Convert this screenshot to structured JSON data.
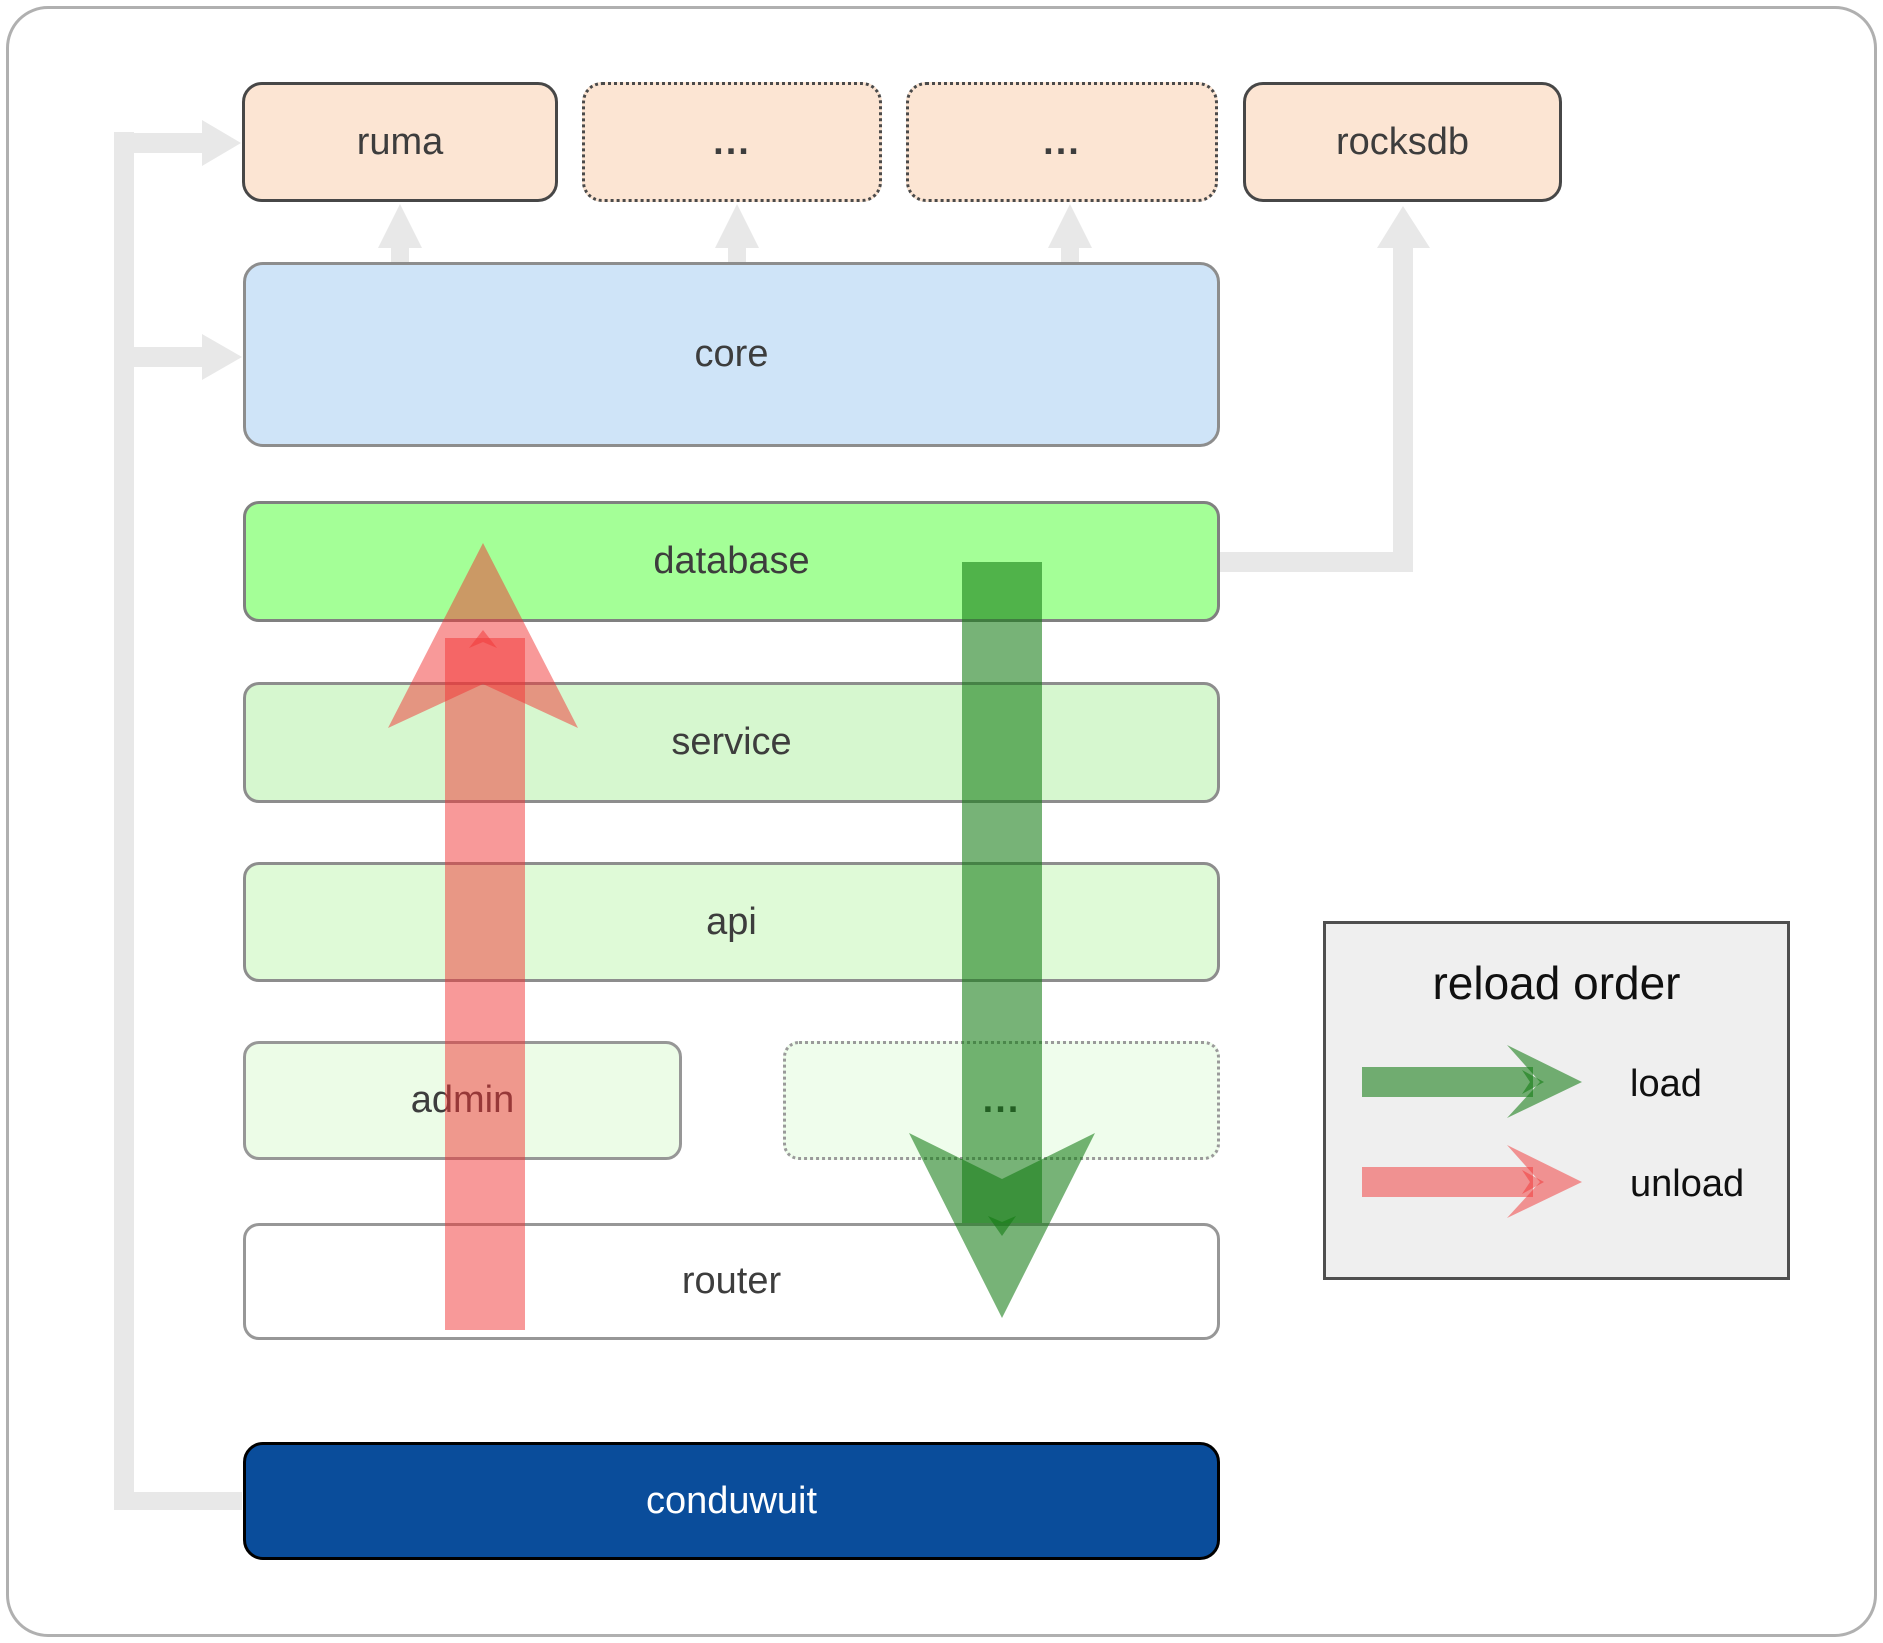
{
  "colors": {
    "peach": "#fce5d3",
    "core-blue": "#cfe4f8",
    "db-green": "#a4ff97",
    "service-green": "#d6f7cf",
    "api-green": "#dffad7",
    "admin-green": "#ecfce7",
    "dots-green": "#effdec",
    "router-white": "#ffffff",
    "conduwuit-blue": "#0a4d9b",
    "connector-gray": "#e8e8e8",
    "load-green": "rgba(16,122,16,0.57)",
    "unload-red": "rgba(242,51,51,0.5)",
    "legend-bg": "#efefef",
    "legend-border": "#4f4f4f",
    "label-text": "#3d3d3d",
    "frame-gray": "#b0b0b0"
  },
  "boxes": {
    "ruma": {
      "label": "ruma"
    },
    "top_dots_1": {
      "label": "..."
    },
    "top_dots_2": {
      "label": "..."
    },
    "rocksdb": {
      "label": "rocksdb"
    },
    "core": {
      "label": "core"
    },
    "database": {
      "label": "database"
    },
    "service": {
      "label": "service"
    },
    "api": {
      "label": "api"
    },
    "admin": {
      "label": "admin"
    },
    "mid_dots": {
      "label": "..."
    },
    "router": {
      "label": "router"
    },
    "conduwuit": {
      "label": "conduwuit"
    }
  },
  "legend": {
    "title": "reload order",
    "items": [
      {
        "label": "load",
        "color": "green"
      },
      {
        "label": "unload",
        "color": "red"
      }
    ]
  },
  "arrows": {
    "load": {
      "direction": "down",
      "from": "database",
      "to": "router"
    },
    "unload": {
      "direction": "up",
      "from": "router",
      "to": "database"
    }
  }
}
